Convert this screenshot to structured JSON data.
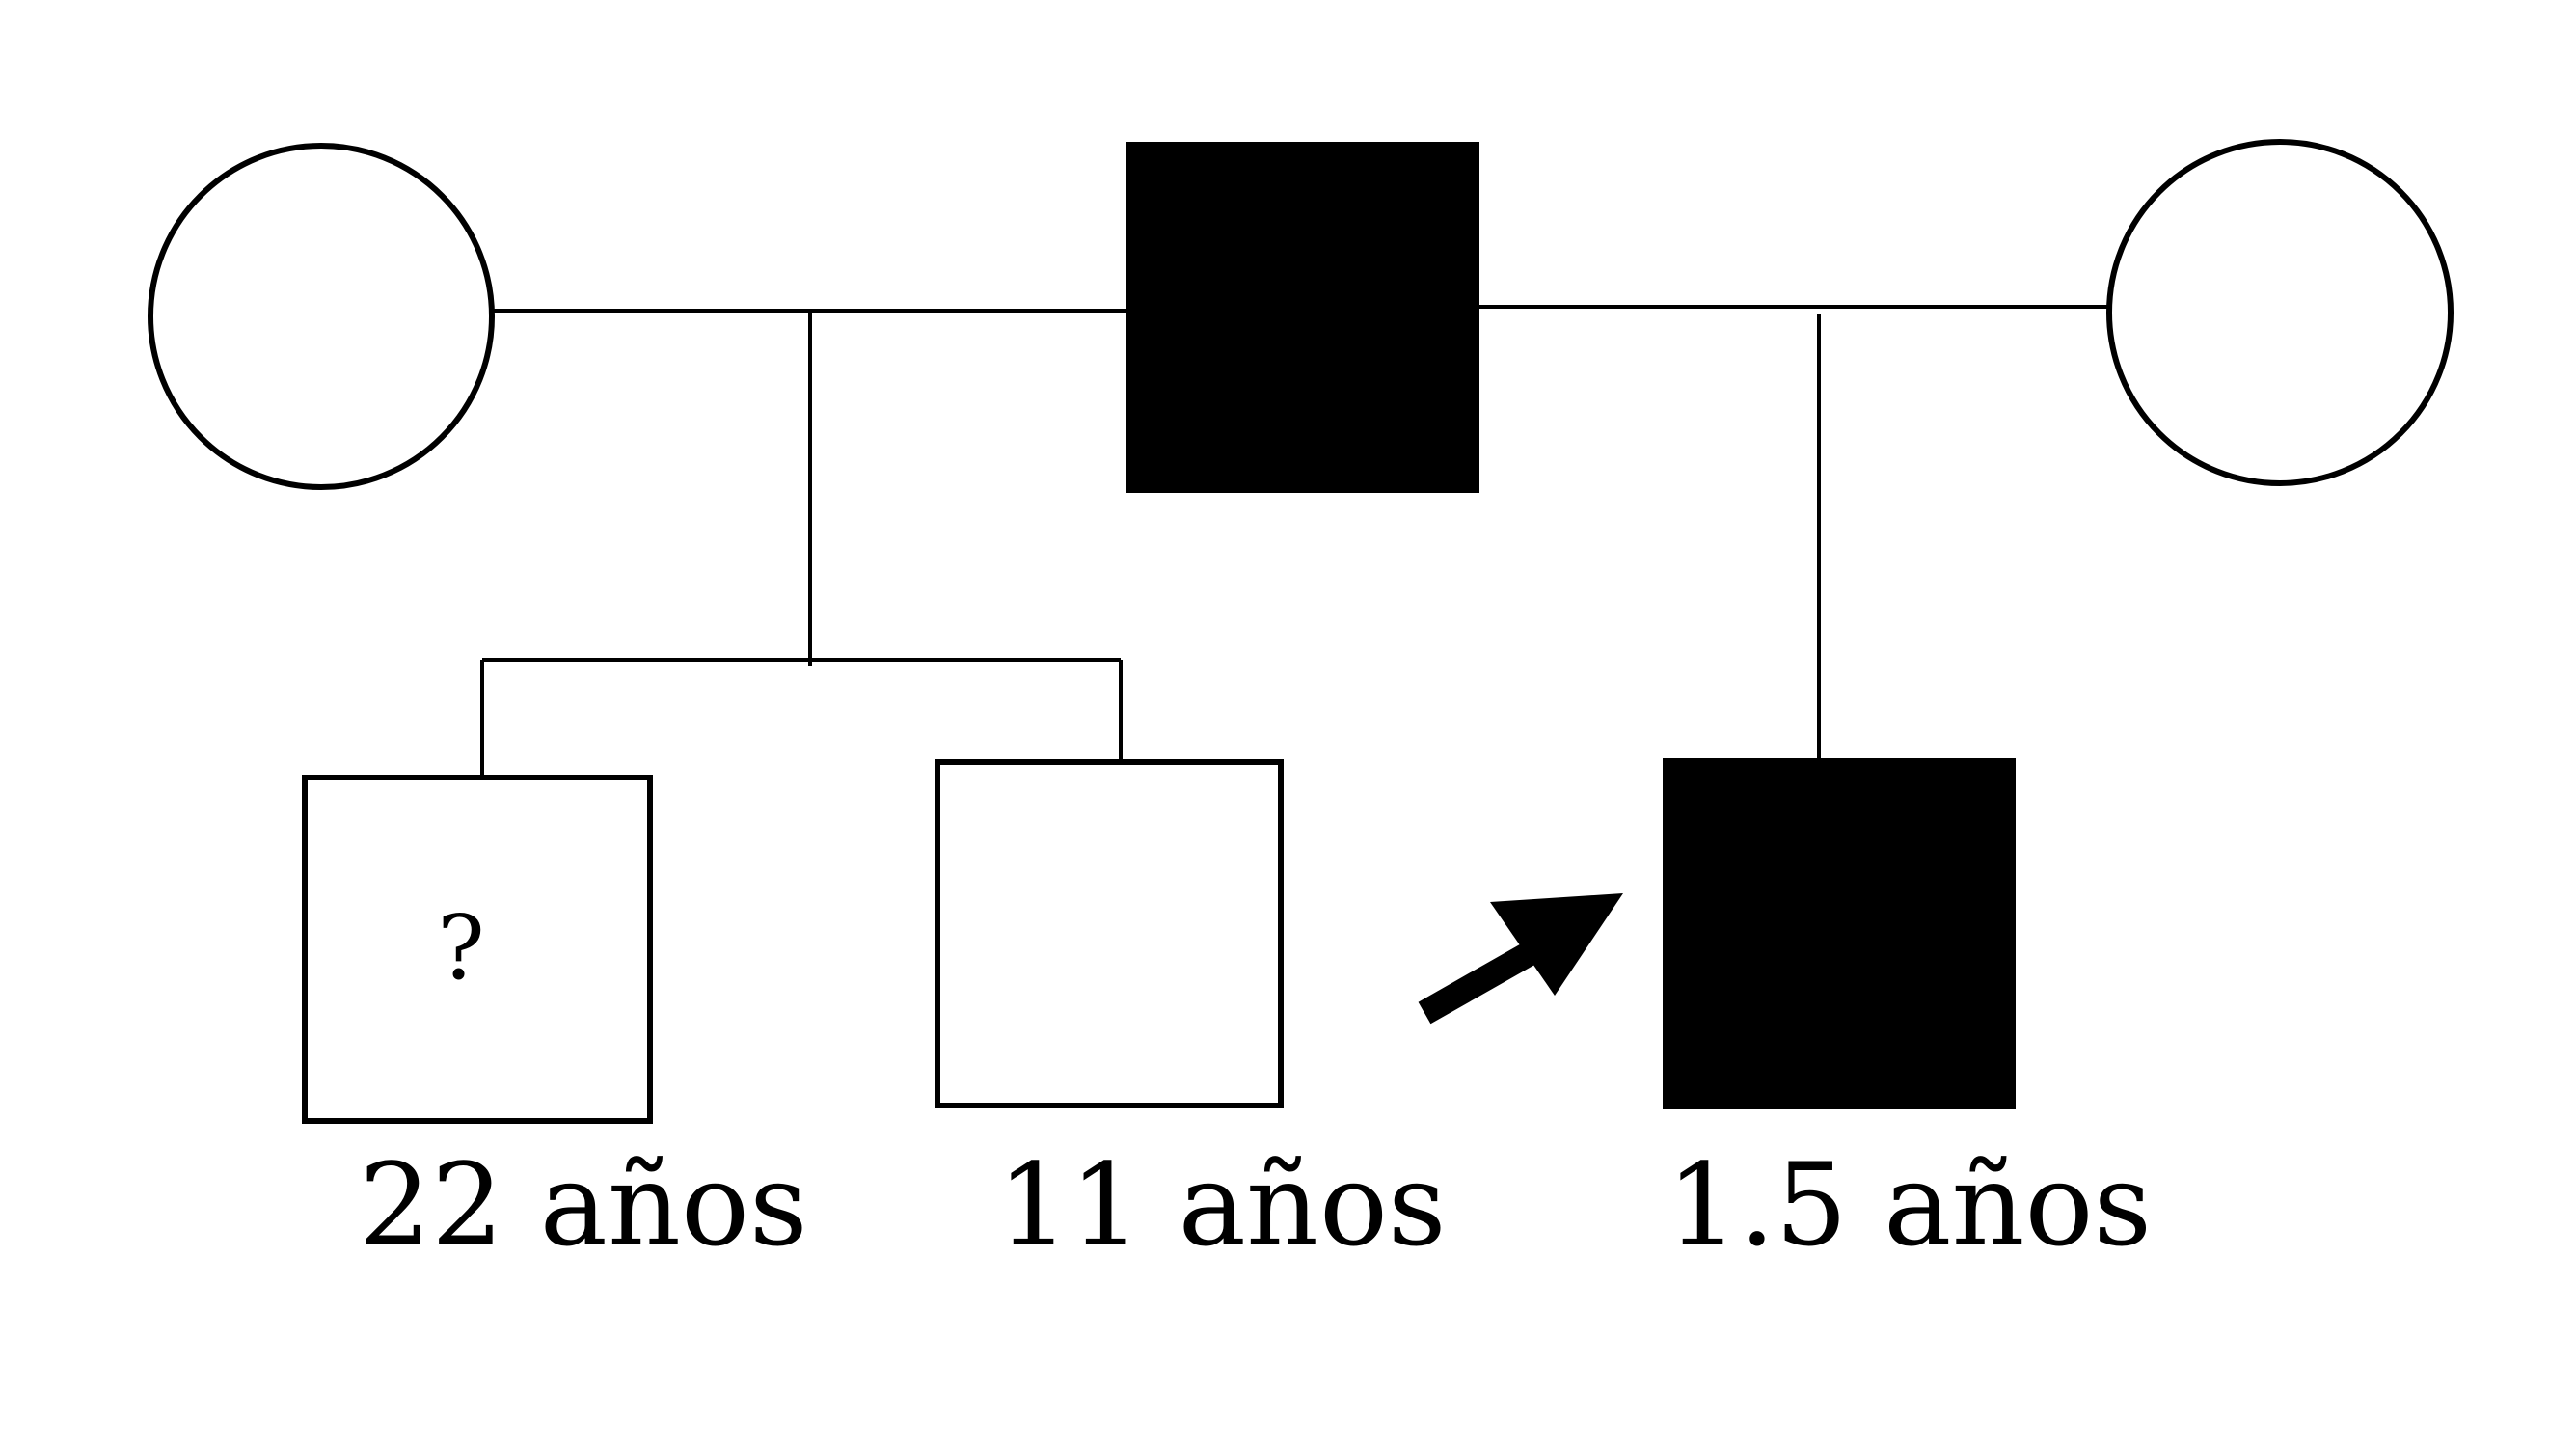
{
  "pedigree": {
    "colors": {
      "affected": "#000000",
      "unaffected": "#ffffff",
      "line": "#000000"
    },
    "first_partner": {
      "sex": "female",
      "affected": false
    },
    "father": {
      "sex": "male",
      "affected": true
    },
    "second_partner": {
      "sex": "female",
      "affected": false
    },
    "children": [
      {
        "sex": "male",
        "affected": false,
        "status_mark": "?",
        "age": "22 años"
      },
      {
        "sex": "male",
        "affected": false,
        "status_mark": "",
        "age": "11 años"
      },
      {
        "sex": "male",
        "affected": true,
        "proband": true,
        "age": "1.5 años"
      }
    ],
    "proband_indicator": "arrow-icon"
  }
}
